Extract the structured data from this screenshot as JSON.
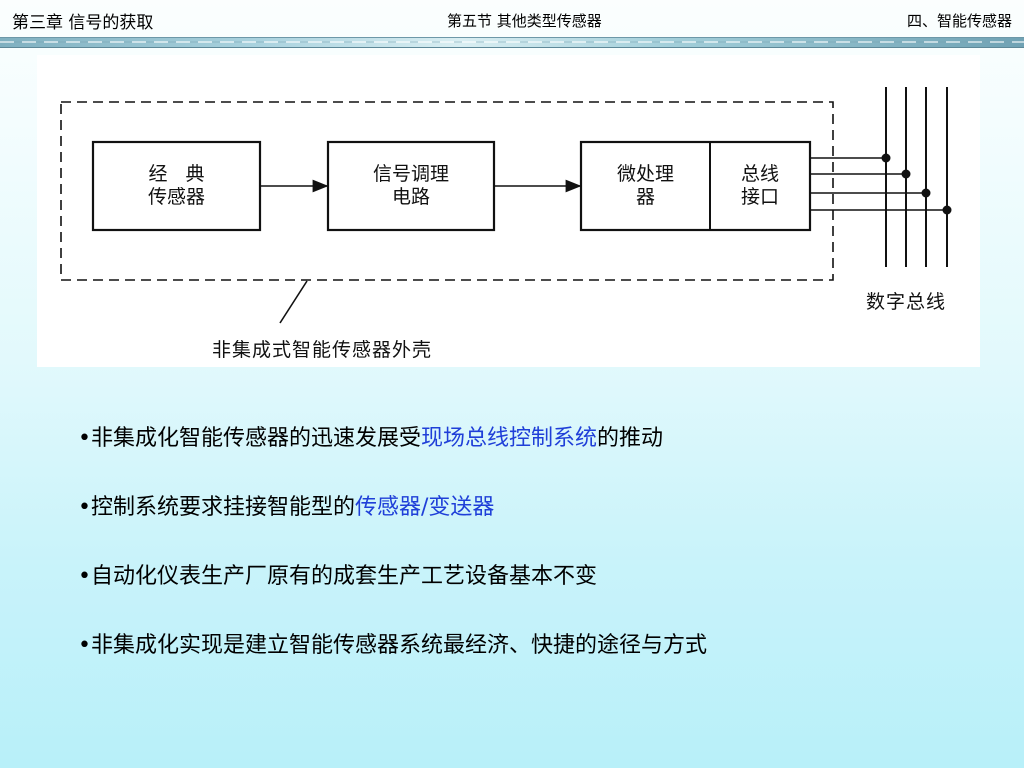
{
  "header": {
    "chapter": "第三章  信号的获取",
    "section": "第五节  其他类型传感器",
    "topic": "四、智能传感器"
  },
  "figure": {
    "blocks": {
      "sensor": "经   典\n传感器",
      "conditioning": "信号调理\n电路",
      "processor": "微处理\n器",
      "bus_interface": "总线\n接口"
    },
    "bus_label": "数字总线",
    "housing_label": "非集成式智能传感器外壳"
  },
  "bullets": [
    {
      "pre": "•非集成化智能传感器的迅速发展受",
      "hl": "现场总线控制系统",
      "post": "的推动"
    },
    {
      "pre": "•控制系统要求挂接智能型的",
      "hl": "传感器/变送器",
      "post": ""
    },
    {
      "pre": "•自动化仪表生产厂原有的成套生产工艺设备基本不变",
      "hl": "",
      "post": ""
    },
    {
      "pre": "•非集成化实现是建立智能传感器系统最经济、快捷的途径与方式",
      "hl": "",
      "post": ""
    }
  ],
  "colors": {
    "highlight": "#1f3fd8",
    "text": "#000000"
  }
}
